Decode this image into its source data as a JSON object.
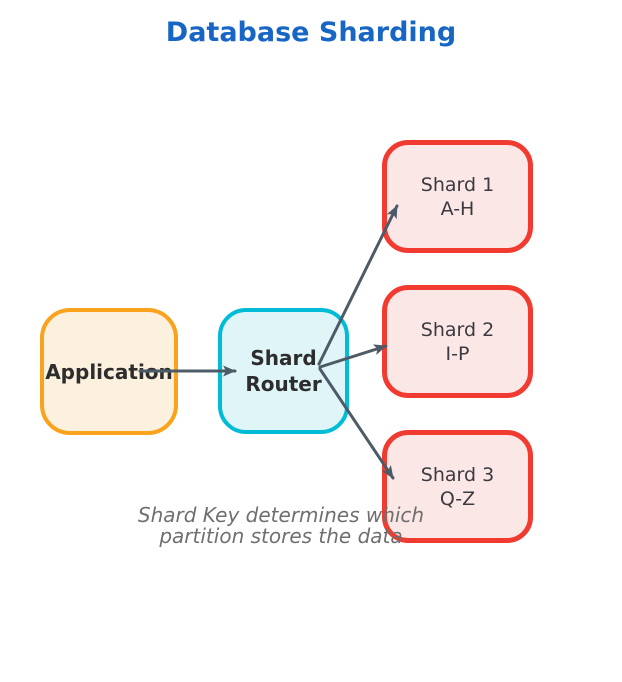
{
  "title": "Database Sharding",
  "nodes": {
    "application": {
      "label": "Application"
    },
    "router": {
      "label": "Shard Router"
    },
    "shards": [
      {
        "name": "Shard 1",
        "range": "A-H"
      },
      {
        "name": "Shard 2",
        "range": "I-P"
      },
      {
        "name": "Shard 3",
        "range": "Q-Z"
      }
    ]
  },
  "caption": {
    "line1": "Shard Key determines which",
    "line2": "partition stores the data"
  },
  "colors": {
    "titleColor": "#1766C6",
    "appBorder": "#F9A21C",
    "appFill": "#FCF0DE",
    "routerBorder": "#00BCD6",
    "routerFill": "#DFF5F7",
    "shardBorder": "#F23B30",
    "shardFill": "#FCE7E7",
    "arrowColor": "#4C5B67",
    "labelDark": "#2D2D2D",
    "shardText": "#3A3A40",
    "captionText": "#6F6F6F"
  }
}
